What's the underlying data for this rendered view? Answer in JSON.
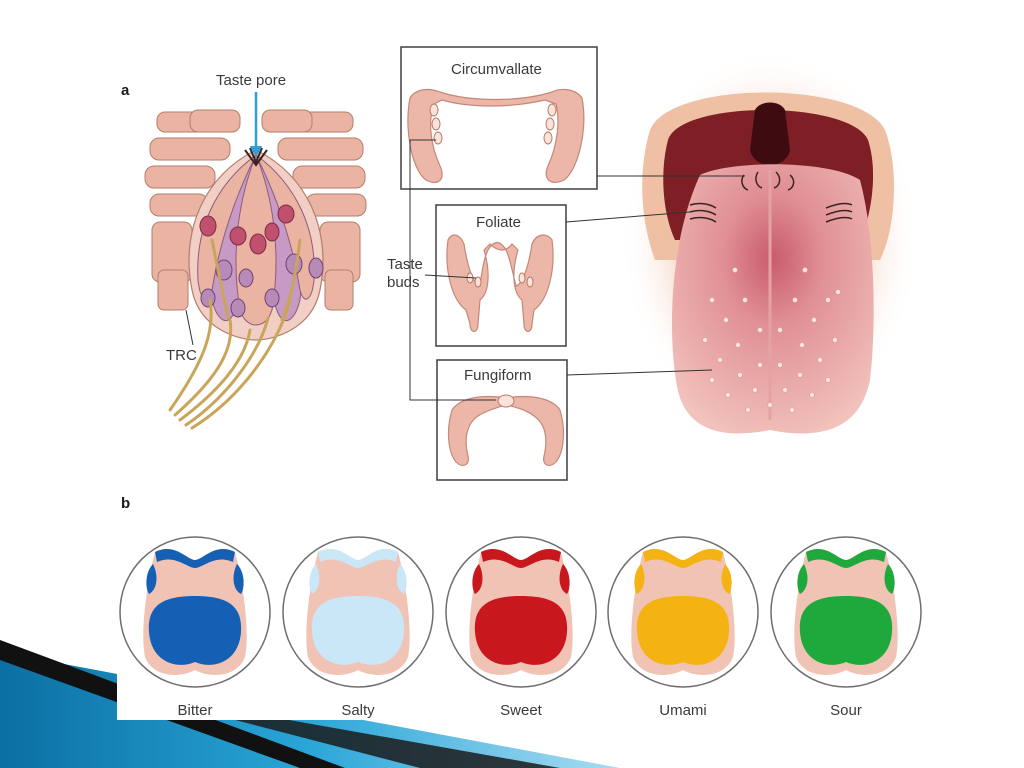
{
  "panel_a": {
    "letter": "a",
    "taste_pore_label": "Taste pore",
    "trc_label": "TRC",
    "taste_buds_label": [
      "Taste",
      "buds"
    ],
    "papillae": [
      {
        "name": "Circumvallate"
      },
      {
        "name": "Foliate"
      },
      {
        "name": "Fungiform"
      }
    ]
  },
  "panel_b": {
    "letter": "b",
    "tastes": [
      {
        "name": "Bitter",
        "color": "#1560b5"
      },
      {
        "name": "Salty",
        "color": "#c9e7f6"
      },
      {
        "name": "Sweet",
        "color": "#c9171e"
      },
      {
        "name": "Umami",
        "color": "#f5b213"
      },
      {
        "name": "Sour",
        "color": "#1fa83b"
      }
    ]
  },
  "colors": {
    "tongue": "#f0c3b5",
    "tongue_dark": "#d86f7e",
    "mouth_cavity": "#7d1f24",
    "nerve": "#c9a55a",
    "cell_pink": "#eab3a2",
    "cell_purple": "#c79ac6",
    "slide_accent": "#1f9fd4"
  }
}
